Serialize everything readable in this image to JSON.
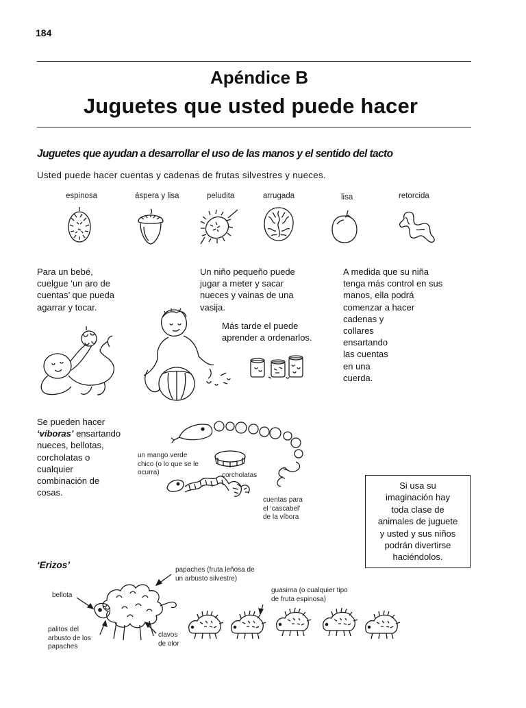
{
  "page": {
    "number": "184",
    "appendix_label": "Apéndice B",
    "title": "Juguetes que usted puede hacer"
  },
  "section": {
    "heading": "Juguetes que ayudan a desarrollar el uso de las manos y el sentido del tacto",
    "intro": "Usted puede hacer cuentas y cadenas de frutas silvestres y nueces."
  },
  "textures": [
    {
      "label": "espinosa",
      "icon": "spiky-fruit-icon"
    },
    {
      "label": "áspera y lisa",
      "icon": "acorn-icon"
    },
    {
      "label": "peludita",
      "icon": "hairy-seedpod-icon"
    },
    {
      "label": "arrugada",
      "icon": "walnut-icon"
    },
    {
      "label": "lisa",
      "icon": "smooth-nut-icon"
    },
    {
      "label": "retorcida",
      "icon": "twisted-pod-icon"
    }
  ],
  "texts": {
    "baby_lines": [
      "Para un bebé,",
      "cuelgue ‘un aro de",
      "cuentas’ que pueda",
      "agarrar y tocar."
    ],
    "child_lines": [
      "Un niño pequeño puede",
      "jugar a meter y sacar",
      "nueces y vainas de una",
      "vasija."
    ],
    "later_lines": [
      "Más tarde el puede",
      "aprender a ordenarlos."
    ],
    "girl_lines": [
      "A medida que su niña",
      "tenga más control en sus",
      "manos, ella podrá",
      "comenzar a hacer",
      "cadenas y",
      "collares",
      "ensartando",
      "las cuentas",
      "en una",
      "cuerda."
    ],
    "snakes_lines_start": "Se pueden hacer",
    "snakes_bold": "‘víboras’",
    "snakes_after_bold": " ensartando",
    "snakes_lines": [
      "nueces, bellotas,",
      "corcholatas o",
      "cualquier",
      "combinación de",
      "cosas."
    ],
    "mango_lines": [
      "un mango verde",
      "chico (o lo que se le",
      "ocurra)"
    ],
    "corcholatas": "corcholatas",
    "rattle_lines": [
      "cuentas para",
      "el ‘cascabel’",
      "de la víbora"
    ],
    "callout_lines": [
      "Si usa su",
      "imaginación hay",
      "toda clase de",
      "animales de juguete",
      "y usted y sus niños",
      "podrán divertirse",
      "haciéndolos."
    ],
    "hedgehogs_heading": "‘Erizos’",
    "papaches_lines": [
      "papaches (fruta leñosa de",
      "un arbusto silvestre)"
    ],
    "guasima_lines": [
      "guasima (o cualquier tipo",
      "de fruta espinosa)"
    ],
    "bellota": "bellota",
    "sticks_lines": [
      "palitos del",
      "arbusto de los",
      "papaches"
    ],
    "cloves_lines": [
      "clavos",
      "de olor"
    ]
  },
  "illustrations": {
    "baby": "baby-with-bead-ring-illustration",
    "child": "child-with-pot-illustration",
    "snake": "bead-snake-illustration",
    "hedgehog": "hedgehog-toy-illustration"
  }
}
